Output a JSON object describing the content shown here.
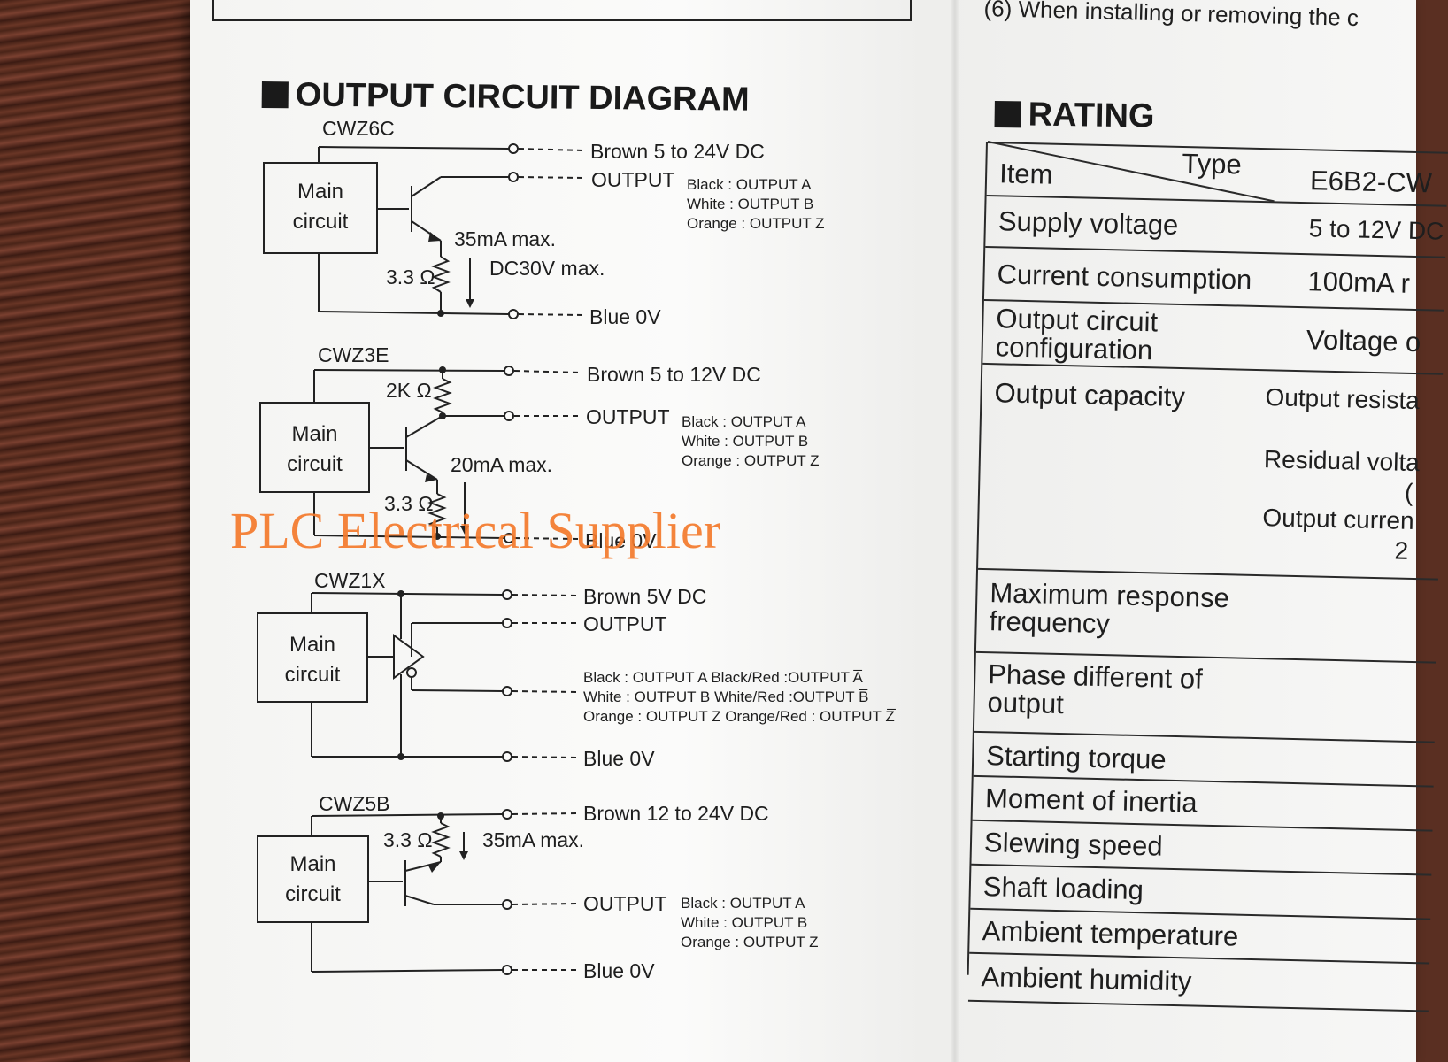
{
  "page": {
    "top_note": "(6) When installing or removing the c",
    "diagram_title": "OUTPUT CIRCUIT DIAGRAM",
    "watermark": "PLC Electrical Supplier"
  },
  "circuits": [
    {
      "model": "CWZ6C",
      "box": [
        "Main",
        "circuit"
      ],
      "supply": "Brown 5 to 24V DC",
      "output": "OUTPUT",
      "gnd": "Blue 0V",
      "resistor": "3.3 Ω",
      "current": "35mA max.",
      "voltage": "DC30V max.",
      "wires": [
        "Black : OUTPUT A",
        "White : OUTPUT B",
        "Orange : OUTPUT Z"
      ]
    },
    {
      "model": "CWZ3E",
      "box": [
        "Main",
        "circuit"
      ],
      "supply": "Brown 5 to 12V DC",
      "output": "OUTPUT",
      "gnd": "Blue 0V",
      "pullup": "2K Ω",
      "resistor": "3.3 Ω",
      "current": "20mA max.",
      "wires": [
        "Black : OUTPUT A",
        "White : OUTPUT B",
        "Orange : OUTPUT Z"
      ]
    },
    {
      "model": "CWZ1X",
      "box": [
        "Main",
        "circuit"
      ],
      "supply": "Brown 5V DC",
      "output": "OUTPUT",
      "gnd": "Blue 0V",
      "wires": [
        "Black : OUTPUT A  Black/Red :OUTPUT A̅",
        "White : OUTPUT B  White/Red :OUTPUT B̅",
        "Orange : OUTPUT Z  Orange/Red : OUTPUT Z̅"
      ]
    },
    {
      "model": "CWZ5B",
      "box": [
        "Main",
        "circuit"
      ],
      "supply": "Brown 12 to 24V DC",
      "output": "OUTPUT",
      "gnd": "Blue 0V",
      "resistor": "3.3 Ω",
      "current": "35mA max.",
      "wires": [
        "Black : OUTPUT A",
        "White : OUTPUT B",
        "Orange : OUTPUT Z"
      ]
    }
  ],
  "rating": {
    "title": "RATING",
    "header_item": "Item",
    "header_type": "Type",
    "header_model": "E6B2-CW",
    "rows": [
      {
        "item": "Supply voltage",
        "value": "5 to 12V DC"
      },
      {
        "item": "Current consumption",
        "value": "100mA r"
      },
      {
        "item": "Output circuit\nconfiguration",
        "value": "Voltage o"
      },
      {
        "item": "Output capacity",
        "value": "Output resista",
        "extra": [
          "Residual volta",
          "(",
          "Output curren",
          "2"
        ]
      },
      {
        "item": "Maximum response\nfrequency",
        "value": ""
      },
      {
        "item": "Phase different of\noutput",
        "value": ""
      },
      {
        "item": "Starting torque",
        "value": ""
      },
      {
        "item": "Moment of inertia",
        "value": ""
      },
      {
        "item": "Slewing speed",
        "value": ""
      },
      {
        "item": "Shaft loading",
        "value": ""
      },
      {
        "item": "Ambient temperature",
        "value": ""
      },
      {
        "item": "Ambient humidity",
        "value": ""
      }
    ]
  }
}
